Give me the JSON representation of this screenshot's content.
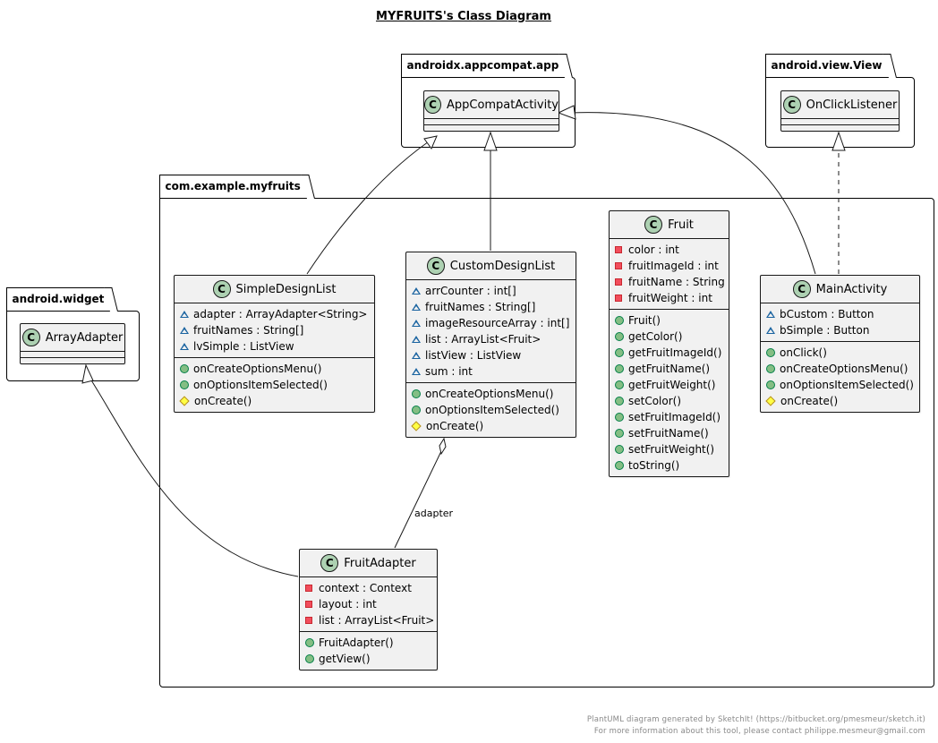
{
  "title": "MYFRUITS's Class Diagram",
  "packages": {
    "appcompat": "androidx.appcompat.app",
    "view": "android.view.View",
    "myfruits": "com.example.myfruits",
    "widget": "android.widget"
  },
  "class_icon_letter": "C",
  "classes": {
    "appcompat": {
      "name": "AppCompatActivity"
    },
    "onclick": {
      "name": "OnClickListener"
    },
    "arrayadapter": {
      "name": "ArrayAdapter"
    },
    "simple": {
      "name": "SimpleDesignList",
      "fields": [
        "adapter : ArrayAdapter<String>",
        "fruitNames : String[]",
        "lvSimple : ListView"
      ],
      "methods": [
        "onCreateOptionsMenu()",
        "onOptionsItemSelected()",
        "onCreate()"
      ]
    },
    "custom": {
      "name": "CustomDesignList",
      "fields": [
        "arrCounter : int[]",
        "fruitNames : String[]",
        "imageResourceArray : int[]",
        "list : ArrayList<Fruit>",
        "listView : ListView",
        "sum : int"
      ],
      "methods": [
        "onCreateOptionsMenu()",
        "onOptionsItemSelected()",
        "onCreate()"
      ]
    },
    "fruit": {
      "name": "Fruit",
      "fields": [
        "color : int",
        "fruitImageId : int",
        "fruitName : String",
        "fruitWeight : int"
      ],
      "methods": [
        "Fruit()",
        "getColor()",
        "getFruitImageId()",
        "getFruitName()",
        "getFruitWeight()",
        "setColor()",
        "setFruitImageId()",
        "setFruitName()",
        "setFruitWeight()",
        "toString()"
      ]
    },
    "main": {
      "name": "MainActivity",
      "fields": [
        "bCustom : Button",
        "bSimple : Button"
      ],
      "methods": [
        "onClick()",
        "onCreateOptionsMenu()",
        "onOptionsItemSelected()",
        "onCreate()"
      ]
    },
    "fruitadapter": {
      "name": "FruitAdapter",
      "fields": [
        "context : Context",
        "layout : int",
        "list : ArrayList<Fruit>"
      ],
      "methods": [
        "FruitAdapter()",
        "getView()"
      ]
    }
  },
  "edge_labels": {
    "adapter": "adapter"
  },
  "footer": {
    "line1": "PlantUML diagram generated by SketchIt! (https://bitbucket.org/pmesmeur/sketch.it)",
    "line2": "For more information about this tool, please contact philippe.mesmeur@gmail.com"
  }
}
